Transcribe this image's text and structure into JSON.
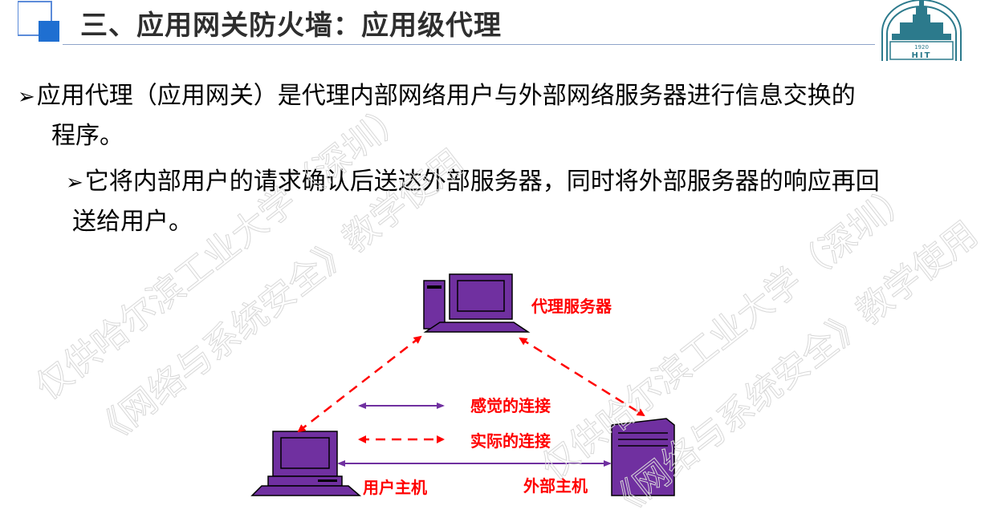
{
  "header": {
    "title": "三、应用网关防火墙：应用级代理",
    "logo_icon": "hit-university-logo",
    "logo_year": "1920",
    "logo_text": "HIT"
  },
  "body": {
    "bullet1_line1": "应用代理（应用网关）是代理内部网络用户与外部网络服务器进行信息交换的",
    "bullet1_line2": "程序。",
    "bullet2_line1": "它将内部用户的请求确认后送达外部服务器，同时将外部服务器的响应再回",
    "bullet2_line2": "送给用户。",
    "bullet_glyph": "➢"
  },
  "diagram": {
    "proxy_label": "代理服务器",
    "user_label": "用户主机",
    "external_label": "外部主机",
    "legend_perceived": "感觉的连接",
    "legend_actual": "实际的连接",
    "colors": {
      "computer": "#7030a0",
      "perceived_arrow": "#7030a0",
      "actual_arrow": "#ff0000",
      "label": "#ff0000"
    }
  },
  "watermark": {
    "line1": "仅供哈尔滨工业大学（深圳）",
    "line2": "《网络与系统安全》教学使用"
  }
}
